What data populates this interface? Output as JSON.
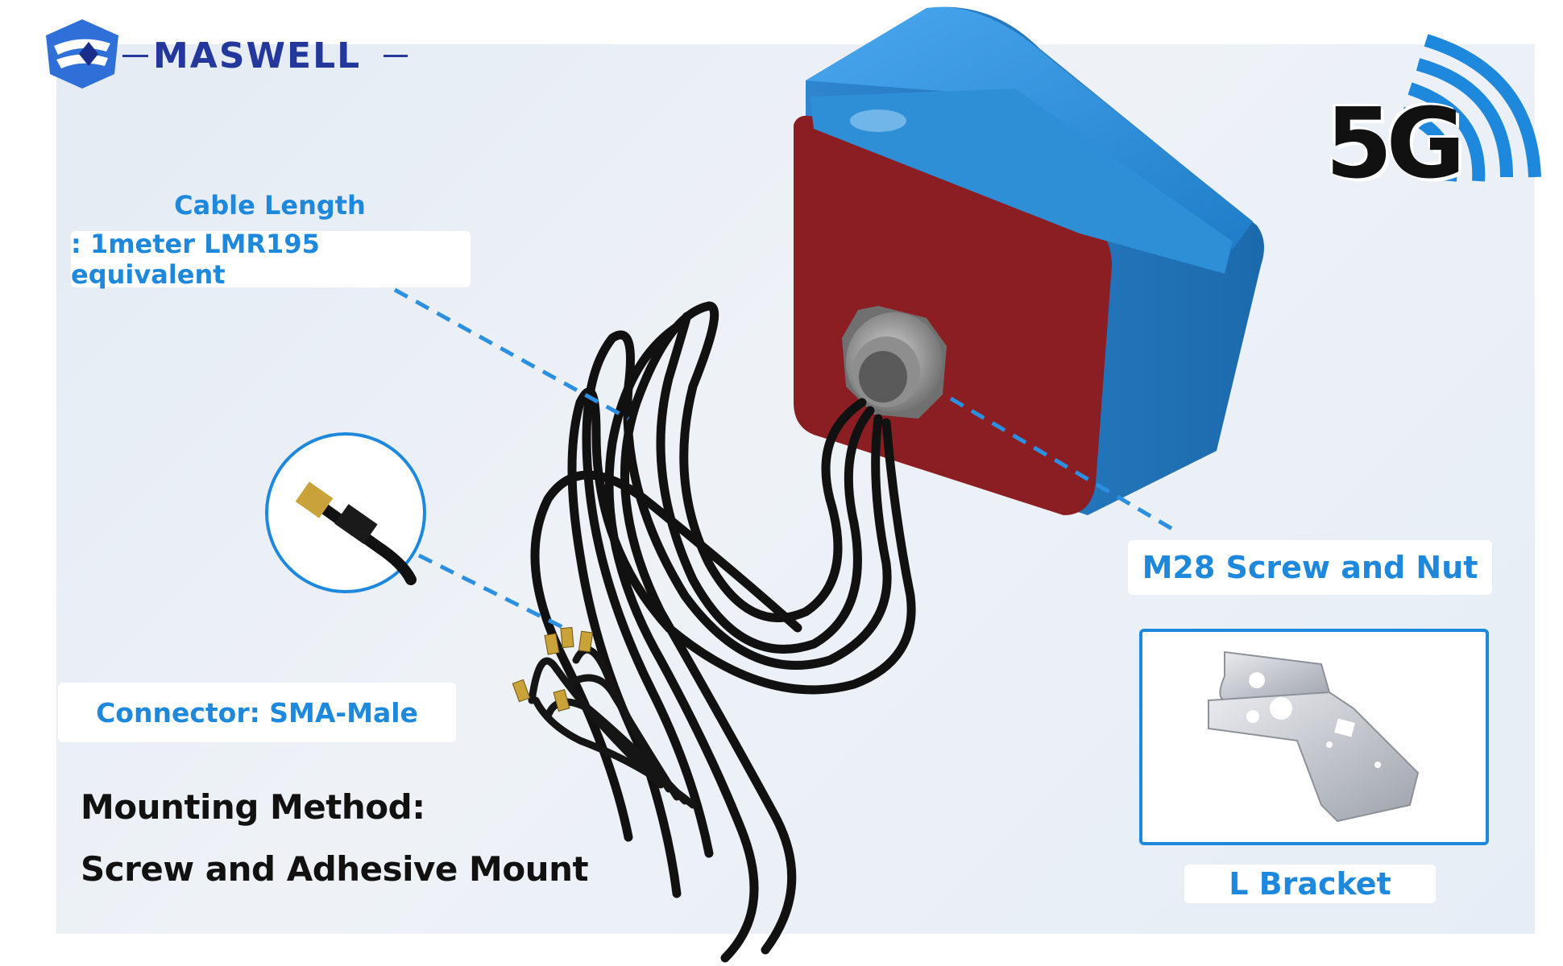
{
  "brand": {
    "name": "MASWELL"
  },
  "badge": {
    "text": "5G"
  },
  "annotations": {
    "cable_length_title": "Cable Length",
    "cable_length_value": ": 1meter LMR195 equivalent",
    "connector": "Connector: SMA-Male",
    "screw_nut": "M28 Screw and Nut",
    "bracket": "L Bracket"
  },
  "mounting": {
    "line1": "Mounting Method:",
    "line2": "Screw and Adhesive Mount"
  },
  "colors": {
    "accent_blue": "#1e88dc",
    "brand_navy": "#23389a",
    "housing_blue": "#2f8fd6",
    "adhesive_red": "#8b1e22"
  }
}
